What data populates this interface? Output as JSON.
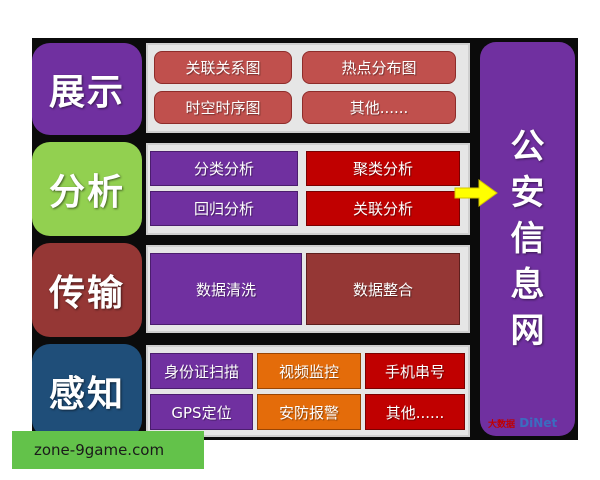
{
  "layers": [
    "展示",
    "分析",
    "传输",
    "感知"
  ],
  "layer_colors": [
    "#7030a0",
    "#92d050",
    "#953735",
    "#1f4e79"
  ],
  "display": [
    "关联关系图",
    "热点分布图",
    "时空时序图",
    "其他......"
  ],
  "analysis": [
    "分类分析",
    "聚类分析",
    "回归分析",
    "关联分析"
  ],
  "transport": [
    "数据清洗",
    "数据整合"
  ],
  "perception": [
    "身份证扫描",
    "视频监控",
    "手机串号",
    "GPS定位",
    "安防报警",
    "其他......"
  ],
  "right_title": [
    "公",
    "安",
    "信",
    "息",
    "网"
  ],
  "brand": {
    "cn": "大数据",
    "en_a": "D",
    "en_b": "iNet"
  },
  "watermark": "zone-9game.com"
}
